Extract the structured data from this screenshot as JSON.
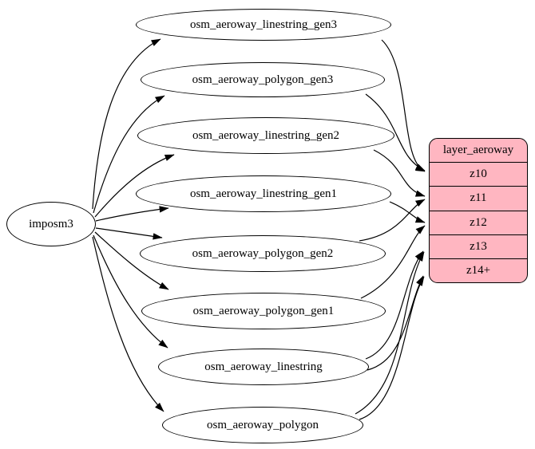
{
  "diagram": {
    "source_node": {
      "label": "imposm3"
    },
    "table_nodes": [
      {
        "label": "osm_aeroway_linestring_gen3"
      },
      {
        "label": "osm_aeroway_polygon_gen3"
      },
      {
        "label": "osm_aeroway_linestring_gen2"
      },
      {
        "label": "osm_aeroway_linestring_gen1"
      },
      {
        "label": "osm_aeroway_polygon_gen2"
      },
      {
        "label": "osm_aeroway_polygon_gen1"
      },
      {
        "label": "osm_aeroway_linestring"
      },
      {
        "label": "osm_aeroway_polygon"
      }
    ],
    "layer_node": {
      "title": "layer_aeroway",
      "rows": [
        {
          "label": "z10"
        },
        {
          "label": "z11"
        },
        {
          "label": "z12"
        },
        {
          "label": "z13"
        },
        {
          "label": "z14+"
        }
      ]
    },
    "edges": [
      {
        "from": "imposm3",
        "to": "osm_aeroway_linestring_gen3"
      },
      {
        "from": "imposm3",
        "to": "osm_aeroway_polygon_gen3"
      },
      {
        "from": "imposm3",
        "to": "osm_aeroway_linestring_gen2"
      },
      {
        "from": "imposm3",
        "to": "osm_aeroway_linestring_gen1"
      },
      {
        "from": "imposm3",
        "to": "osm_aeroway_polygon_gen2"
      },
      {
        "from": "imposm3",
        "to": "osm_aeroway_polygon_gen1"
      },
      {
        "from": "imposm3",
        "to": "osm_aeroway_linestring"
      },
      {
        "from": "imposm3",
        "to": "osm_aeroway_polygon"
      },
      {
        "from": "osm_aeroway_linestring_gen3",
        "to": "layer_aeroway:z10"
      },
      {
        "from": "osm_aeroway_polygon_gen3",
        "to": "layer_aeroway:z10"
      },
      {
        "from": "osm_aeroway_linestring_gen2",
        "to": "layer_aeroway:z11"
      },
      {
        "from": "osm_aeroway_polygon_gen2",
        "to": "layer_aeroway:z11"
      },
      {
        "from": "osm_aeroway_linestring_gen1",
        "to": "layer_aeroway:z12"
      },
      {
        "from": "osm_aeroway_polygon_gen1",
        "to": "layer_aeroway:z12"
      },
      {
        "from": "osm_aeroway_linestring",
        "to": "layer_aeroway:z13"
      },
      {
        "from": "osm_aeroway_linestring",
        "to": "layer_aeroway:z14+"
      },
      {
        "from": "osm_aeroway_polygon",
        "to": "layer_aeroway:z13"
      },
      {
        "from": "osm_aeroway_polygon",
        "to": "layer_aeroway:z14+"
      }
    ],
    "colors": {
      "background": "#ffffff",
      "table_node_fill": "#ffffff",
      "layer_node_fill": "#ffb6c1",
      "stroke": "#000000"
    }
  }
}
